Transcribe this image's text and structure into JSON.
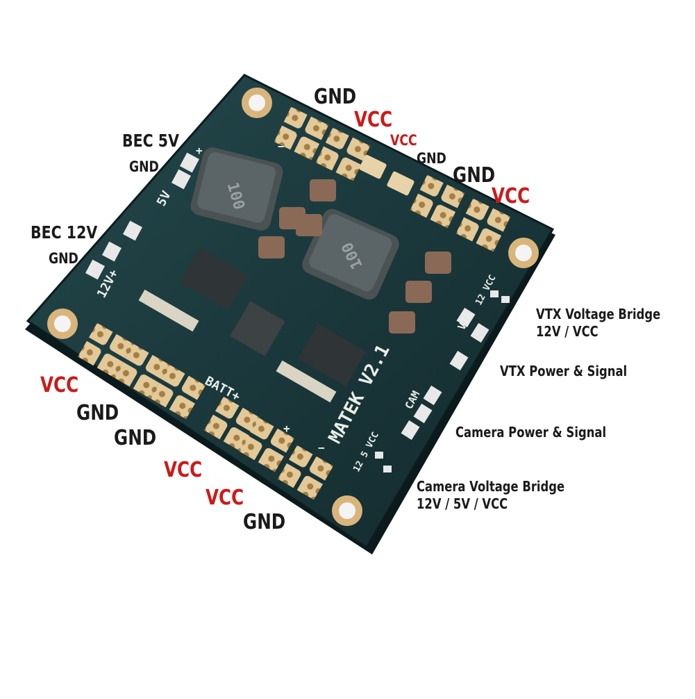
{
  "colors": {
    "vcc": "#cc1a1a",
    "gnd": "#1a1a1a",
    "board": "#1b3b3f",
    "pad": "#e3c898",
    "pad_hole": "#a47e42",
    "component": "#3d4244",
    "capacitor": "#8a6a56",
    "silkscreen": "#e8efe8"
  },
  "board": {
    "model_label": "MATEK  V2.1",
    "inductor_label": "100",
    "silk_5v": "5V",
    "silk_12v": "12V+",
    "silk_batt": "BATT+",
    "silk_cam": "CAM",
    "silk_vtx": "VTX",
    "silk_12vcc": "12 VCC",
    "silk_12_5_vcc": "12 5 VCC",
    "silk_plus": "+",
    "silk_minus": "−"
  },
  "labels": {
    "top_gnd_1": "GND",
    "top_vcc_1": "VCC",
    "top_vcc_2": "VCC",
    "top_gnd_2": "GND",
    "top_gnd_3": "GND",
    "top_vcc_3": "VCC",
    "bec5_title": "BEC 5V",
    "bec5_gnd": "GND",
    "bec12_title": "BEC 12V",
    "bec12_gnd": "GND",
    "left_vcc_1": "VCC",
    "left_gnd_1": "GND",
    "left_gnd_2": "GND",
    "bottom_vcc_1": "VCC",
    "bottom_vcc_2": "VCC",
    "bottom_gnd": "GND",
    "vtx_bridge": "VTX Voltage Bridge\n12V / VCC",
    "vtx_power": "VTX Power & Signal",
    "cam_power": "Camera Power & Signal",
    "cam_bridge": "Camera Voltage Bridge\n12V / 5V / VCC"
  }
}
